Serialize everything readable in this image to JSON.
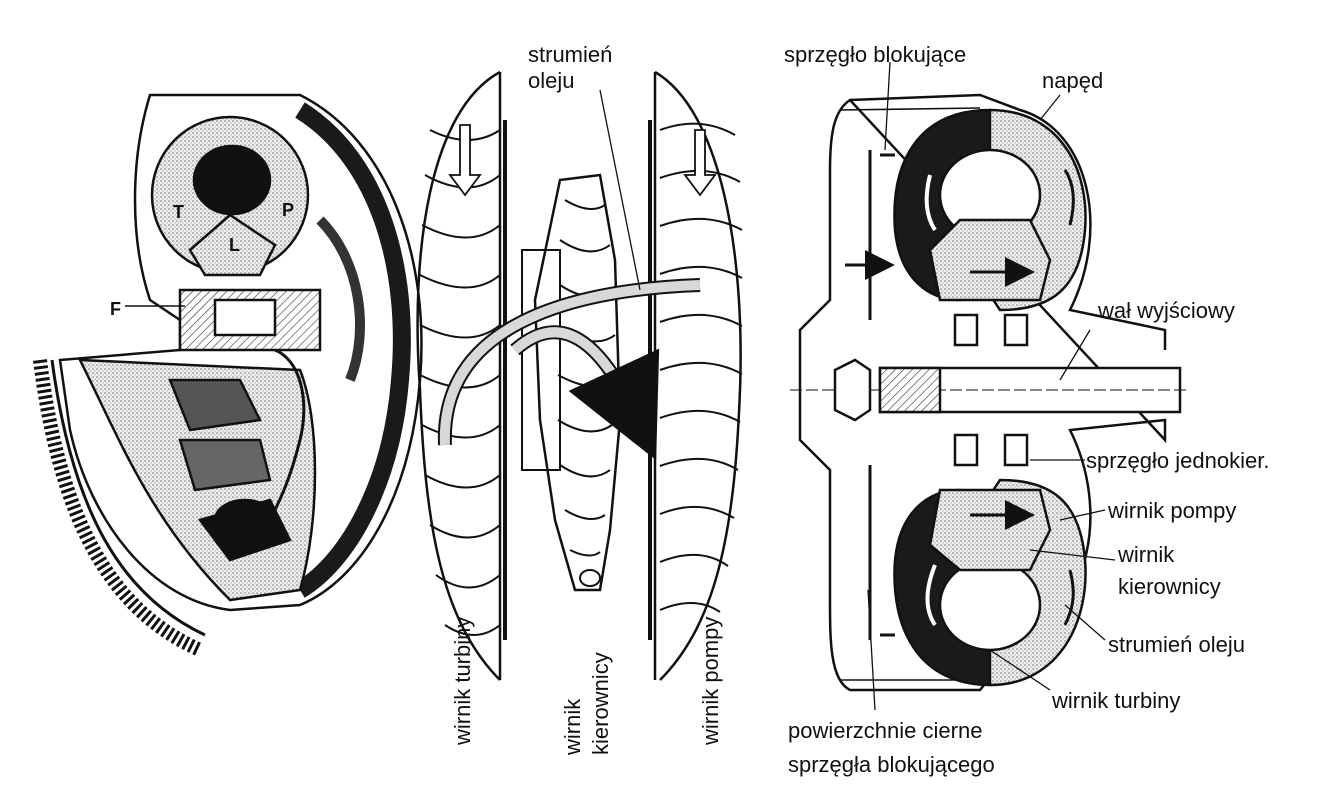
{
  "left_figure": {
    "marks": {
      "T": "T",
      "L": "L",
      "P": "P",
      "F": "F"
    }
  },
  "middle_figure": {
    "oil_stream": [
      "strumień",
      "oleju"
    ],
    "turbine_wheel": "wirnik turbiny",
    "stator_wheel": [
      "wirnik",
      "kierownicy"
    ],
    "pump_wheel": "wirnik pompy"
  },
  "right_figure": {
    "lockup_clutch": "sprzęgło blokujące",
    "drive": "napęd",
    "output_shaft": "wał wyjściowy",
    "one_way_clutch": "sprzęgło jednokier.",
    "pump_wheel": "wirnik pompy",
    "stator_wheel": [
      "wirnik",
      "kierownicy"
    ],
    "oil_stream": "strumień oleju",
    "turbine_wheel": "wirnik turbiny",
    "friction_surfaces": [
      "powierzchnie cierne",
      "sprzęgła blokującego"
    ]
  },
  "colors": {
    "ink": "#111111",
    "paper": "#ffffff",
    "shade": "#c8c8c8",
    "dark": "#1a1a1a"
  }
}
